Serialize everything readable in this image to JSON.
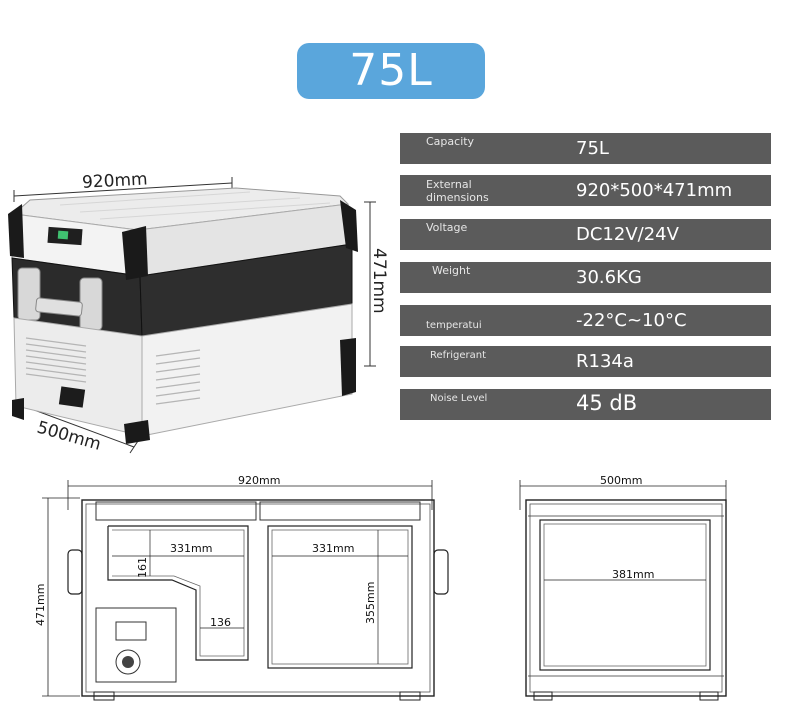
{
  "badge": {
    "capacity_label": "75L"
  },
  "specs": [
    {
      "label": "Capacity",
      "value": "75L"
    },
    {
      "label": "External\ndimensions",
      "value": "920*500*471mm"
    },
    {
      "label": "Voltage",
      "value": "DC12V/24V"
    },
    {
      "label": "Weight",
      "value": "30.6KG"
    },
    {
      "label": "temperatui",
      "value": "-22°C~10°C"
    },
    {
      "label": "Refrigerant",
      "value": "R134a"
    },
    {
      "label": "Noise Level",
      "value": "45 dB"
    }
  ],
  "product_photo": {
    "width_label": "920mm",
    "depth_label": "500mm",
    "height_label": "471mm"
  },
  "drawing_front": {
    "overall_width": "920mm",
    "overall_height": "471mm",
    "left_compartment_width": "331mm",
    "right_compartment_width": "331mm",
    "step_height": "161",
    "step_width": "136",
    "compartment_depth": "355mm"
  },
  "drawing_side": {
    "overall_width": "500mm",
    "inner_width": "381mm"
  },
  "colors": {
    "badge": "#5aa6dc",
    "spec_row": "#5b5b5b",
    "body_dark": "#2b2b2b",
    "body_light": "#e8e8e8"
  }
}
